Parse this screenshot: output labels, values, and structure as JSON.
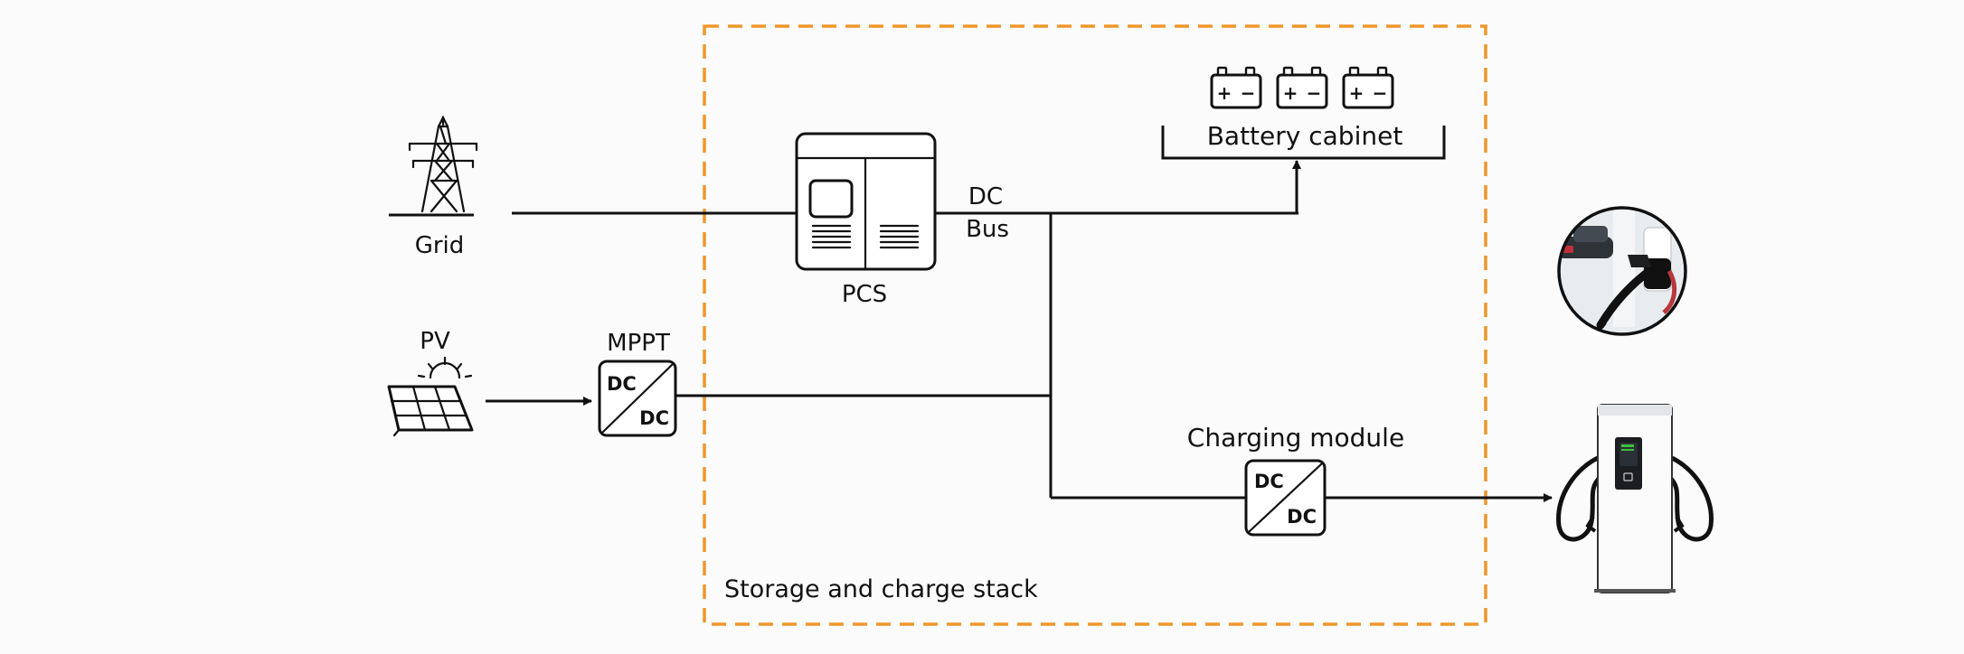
{
  "labels": {
    "grid": "Grid",
    "pv": "PV",
    "mppt": "MPPT",
    "pcs": "PCS",
    "dc_bus_line1": "DC",
    "dc_bus_line2": "Bus",
    "battery_cabinet": "Battery cabinet",
    "charging_module": "Charging module",
    "stack": "Storage and charge stack"
  },
  "converter_text": {
    "top": "DC",
    "bottom": "DC"
  },
  "battery_terminals": {
    "plus": "+",
    "minus": "−"
  },
  "icons": {
    "grid": "transmission-tower-icon",
    "pv": "solar-panel-icon",
    "pcs": "power-conversion-cabinet-icon",
    "battery": "battery-icon",
    "charger": "ev-charging-station-icon",
    "ev_photo": "ev-charging-photo-icon"
  },
  "colors": {
    "stack_border": "#f0962b",
    "line": "#111111",
    "charger_screen_green": "#3cc13b"
  }
}
